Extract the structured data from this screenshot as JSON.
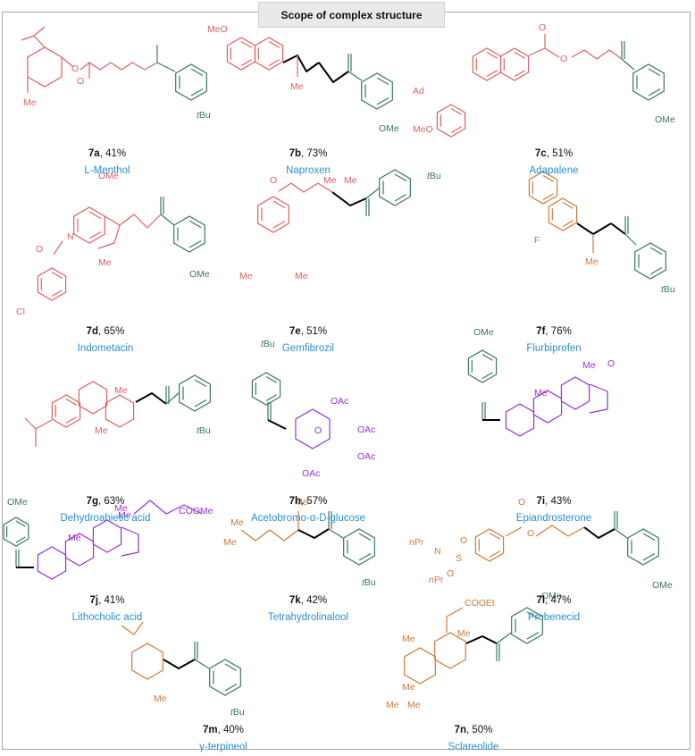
{
  "title": "Scope of complex structure",
  "colors": {
    "natural": "#e06060",
    "aryl": "#3a7a5a",
    "name": "#2a8fd6",
    "orange": "#d07a3a",
    "purple": "#9a30d8"
  },
  "compounds": [
    {
      "id": "7a",
      "yield": ", 41%",
      "name": "L-Menthol"
    },
    {
      "id": "7b",
      "yield": ", 73%",
      "name": "Naproxen"
    },
    {
      "id": "7c",
      "yield": ", 51%",
      "name": "Adapalene"
    },
    {
      "id": "7d",
      "yield": ", 65%",
      "name": "Indometacin"
    },
    {
      "id": "7e",
      "yield": ", 51%",
      "name": "Gemfibrozil"
    },
    {
      "id": "7f",
      "yield": ", 76%",
      "name": "Flurbiprofen"
    },
    {
      "id": "7g",
      "yield": ", 63%",
      "name": "Dehydroabietic acid"
    },
    {
      "id": "7h",
      "yield": ", 57%",
      "name": "Acetobromo-α-D-glucose"
    },
    {
      "id": "7i",
      "yield": ", 43%",
      "name": "Epiandrosterone"
    },
    {
      "id": "7j",
      "yield": ", 41%",
      "name": "Lithocholic acid"
    },
    {
      "id": "7k",
      "yield": ", 42%",
      "name": "Tetrahydrolinalool"
    },
    {
      "id": "7l",
      "yield": ", 47%",
      "name": "Probenecid"
    },
    {
      "id": "7m",
      "yield": ", 40%",
      "name": "γ-terpineol"
    },
    {
      "id": "7n",
      "yield": ", 50%",
      "name": "Sclareolide"
    }
  ],
  "atoms": {
    "tBu": "tBu",
    "OMe": "OMe",
    "MeO": "MeO",
    "Me": "Me",
    "O": "O",
    "Ad": "Ad",
    "Cl": "Cl",
    "N": "N",
    "F": "F",
    "OAc": "OAc",
    "COOMe": "COOMe",
    "COOEt": "COOEt",
    "S": "S",
    "nPr": "nPr"
  }
}
